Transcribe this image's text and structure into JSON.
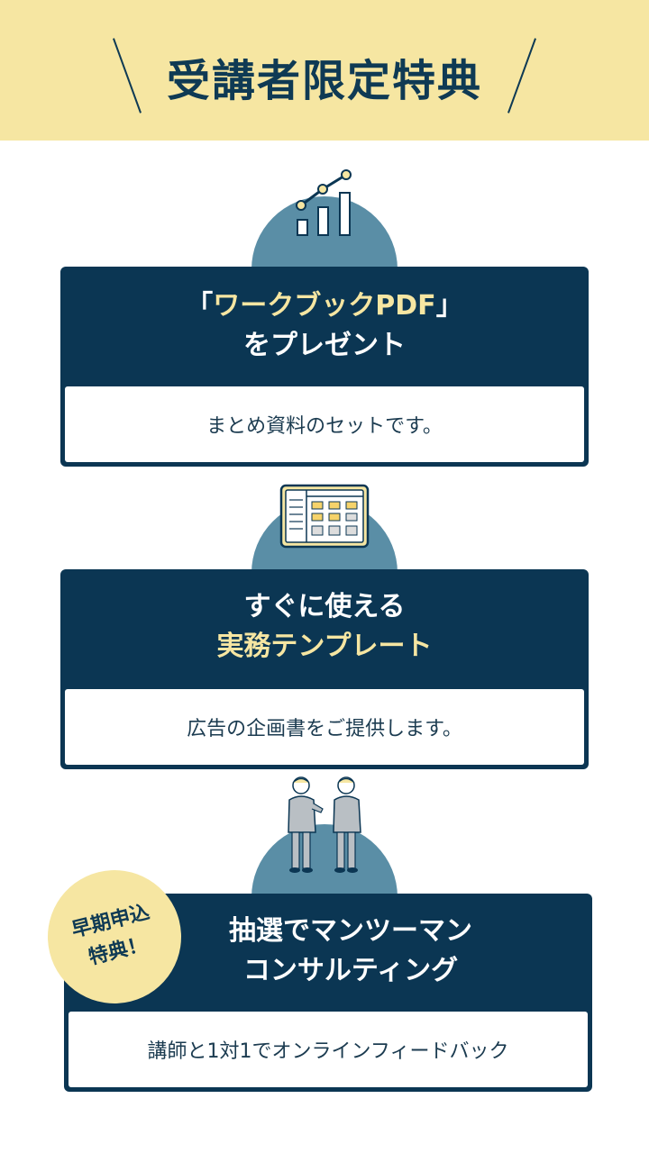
{
  "header": {
    "title": "受講者限定特典"
  },
  "cards": [
    {
      "title_pre": "「",
      "title_highlight": "ワークブックPDF",
      "title_post": "」",
      "title_line2": "をプレゼント",
      "body": "まとめ資料のセットです。",
      "icon": "growth-chart-icon"
    },
    {
      "title_line1": "すぐに使える",
      "title_line2_highlight": "実務テンプレート",
      "body": "広告の企画書をご提供します。",
      "icon": "file-browser-icon"
    },
    {
      "title_line1": "抽選でマンツーマン",
      "title_line2": "コンサルティング",
      "body": "講師と1対1でオンラインフィードバック",
      "icon": "business-people-icon",
      "badge_line1": "早期申込",
      "badge_line2": "特典！"
    }
  ],
  "colors": {
    "navy": "#0b3653",
    "cream": "#f6e6a2",
    "teal": "#5a8ea6"
  }
}
